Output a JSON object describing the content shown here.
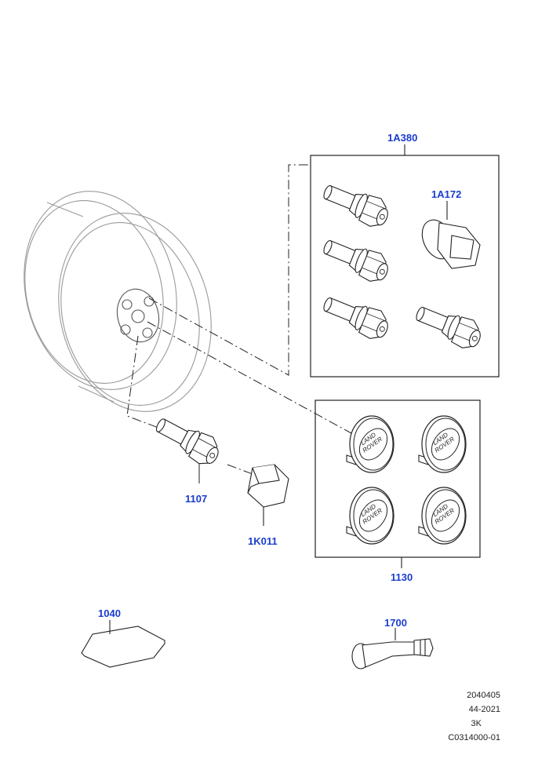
{
  "callouts": {
    "kit_1A380": "1A380",
    "locknut_1A172": "1A172",
    "bolt_1107": "1107",
    "cap_1K011": "1K011",
    "centre_cap_1130": "1130",
    "weight_1040": "1040",
    "valve_1700": "1700"
  },
  "badge": {
    "line1": "LAND",
    "line2": "ROVER"
  },
  "footer": {
    "line1": "2040405",
    "line2": "44-2021",
    "line3": "3K",
    "line4": "C0314000-01"
  },
  "colors": {
    "callout": "#1a3ccf",
    "line": "#222222",
    "wheel": "#9a9a9a"
  }
}
